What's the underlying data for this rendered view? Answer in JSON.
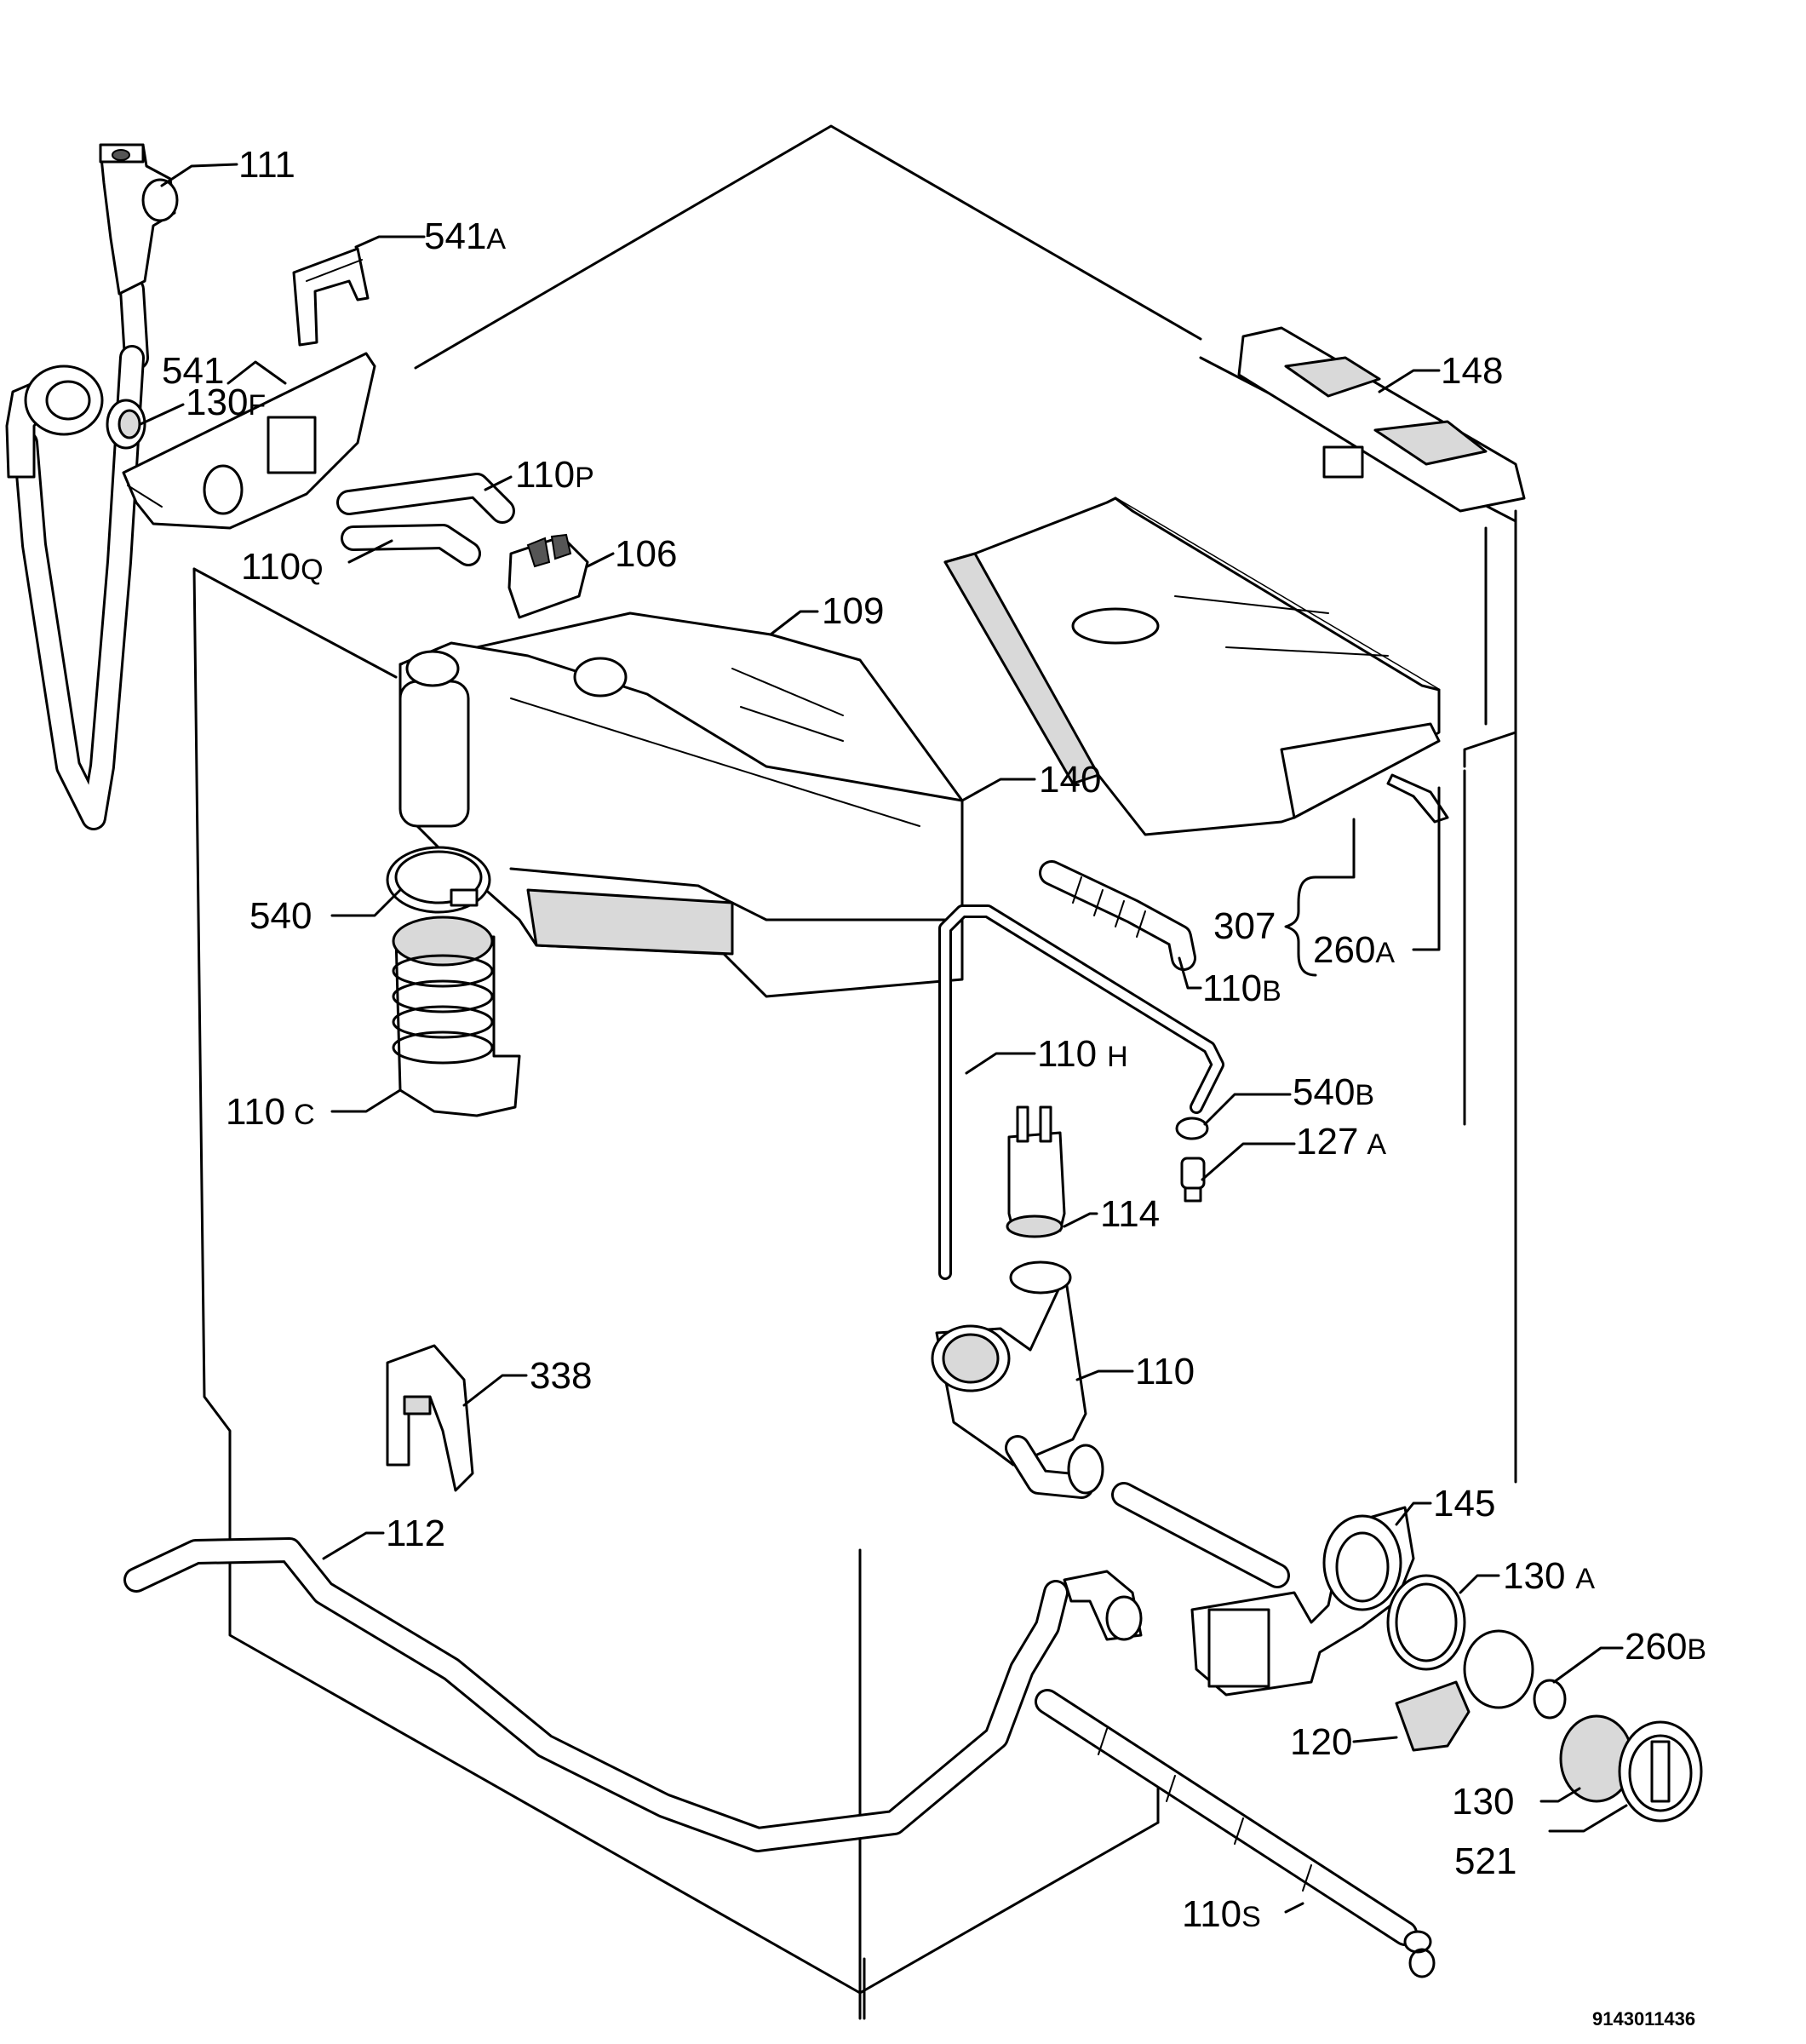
{
  "diagram": {
    "reference_code": "9143011436",
    "parts": [
      {
        "id": "111",
        "num": "111",
        "suffix": ""
      },
      {
        "id": "541a",
        "num": "541",
        "suffix": "A"
      },
      {
        "id": "541",
        "num": "541",
        "suffix": ""
      },
      {
        "id": "130f",
        "num": "130",
        "suffix": "F"
      },
      {
        "id": "110p",
        "num": "110",
        "suffix": "P"
      },
      {
        "id": "110q",
        "num": "110",
        "suffix": "Q"
      },
      {
        "id": "106",
        "num": "106",
        "suffix": ""
      },
      {
        "id": "109",
        "num": "109",
        "suffix": ""
      },
      {
        "id": "148",
        "num": "148",
        "suffix": ""
      },
      {
        "id": "140",
        "num": "140",
        "suffix": ""
      },
      {
        "id": "307",
        "num": "307",
        "suffix": ""
      },
      {
        "id": "260a",
        "num": "260",
        "suffix": "A"
      },
      {
        "id": "540",
        "num": "540",
        "suffix": ""
      },
      {
        "id": "110b",
        "num": "110",
        "suffix": "B"
      },
      {
        "id": "110h",
        "num": "110",
        "suffix": "H"
      },
      {
        "id": "540b",
        "num": "540",
        "suffix": "B"
      },
      {
        "id": "110c",
        "num": "110",
        "suffix": "C"
      },
      {
        "id": "127a",
        "num": "127",
        "suffix": "A"
      },
      {
        "id": "114",
        "num": "114",
        "suffix": ""
      },
      {
        "id": "338",
        "num": "338",
        "suffix": ""
      },
      {
        "id": "110",
        "num": "110",
        "suffix": ""
      },
      {
        "id": "112",
        "num": "112",
        "suffix": ""
      },
      {
        "id": "145",
        "num": "145",
        "suffix": ""
      },
      {
        "id": "130a",
        "num": "130",
        "suffix": "A"
      },
      {
        "id": "260b",
        "num": "260",
        "suffix": "B"
      },
      {
        "id": "120",
        "num": "120",
        "suffix": ""
      },
      {
        "id": "130",
        "num": "130",
        "suffix": ""
      },
      {
        "id": "521",
        "num": "521",
        "suffix": ""
      },
      {
        "id": "110s",
        "num": "110",
        "suffix": "S"
      }
    ]
  }
}
